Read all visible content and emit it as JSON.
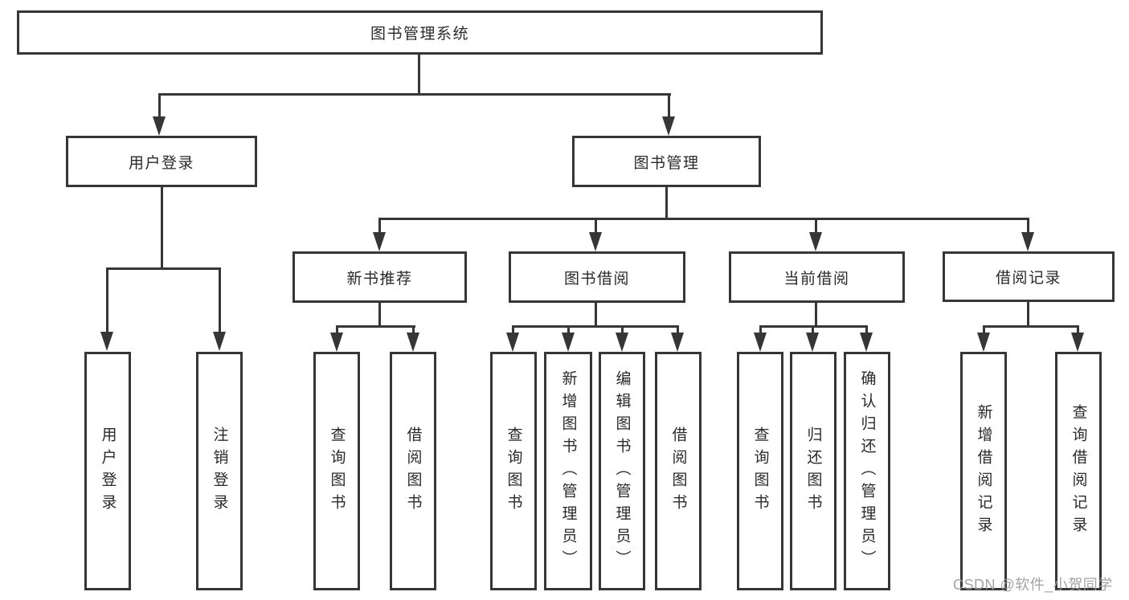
{
  "colors": {
    "line": "#363636",
    "box_border": "#363636",
    "text": "#2a2a2a",
    "background": "#ffffff",
    "watermark": "#9a9a9a"
  },
  "tree": {
    "root": {
      "label": "图书管理系统"
    },
    "user_login": {
      "label": "用户登录",
      "children": [
        {
          "label": "用户登录"
        },
        {
          "label": "注销登录"
        }
      ]
    },
    "book_management": {
      "label": "图书管理",
      "sections": [
        {
          "label": "新书推荐",
          "children": [
            {
              "label": "查询图书"
            },
            {
              "label": "借阅图书"
            }
          ]
        },
        {
          "label": "图书借阅",
          "children": [
            {
              "label": "查询图书"
            },
            {
              "label": "新增图书（管理员）"
            },
            {
              "label": "编辑图书（管理员）"
            },
            {
              "label": "借阅图书"
            }
          ]
        },
        {
          "label": "当前借阅",
          "children": [
            {
              "label": "查询图书"
            },
            {
              "label": "归还图书"
            },
            {
              "label": "确认归还（管理员）"
            }
          ]
        },
        {
          "label": "借阅记录",
          "children": [
            {
              "label": "新增借阅记录"
            },
            {
              "label": "查询借阅记录"
            }
          ]
        }
      ]
    }
  },
  "watermark": {
    "text": "CSDN @软件_小贺同学"
  }
}
